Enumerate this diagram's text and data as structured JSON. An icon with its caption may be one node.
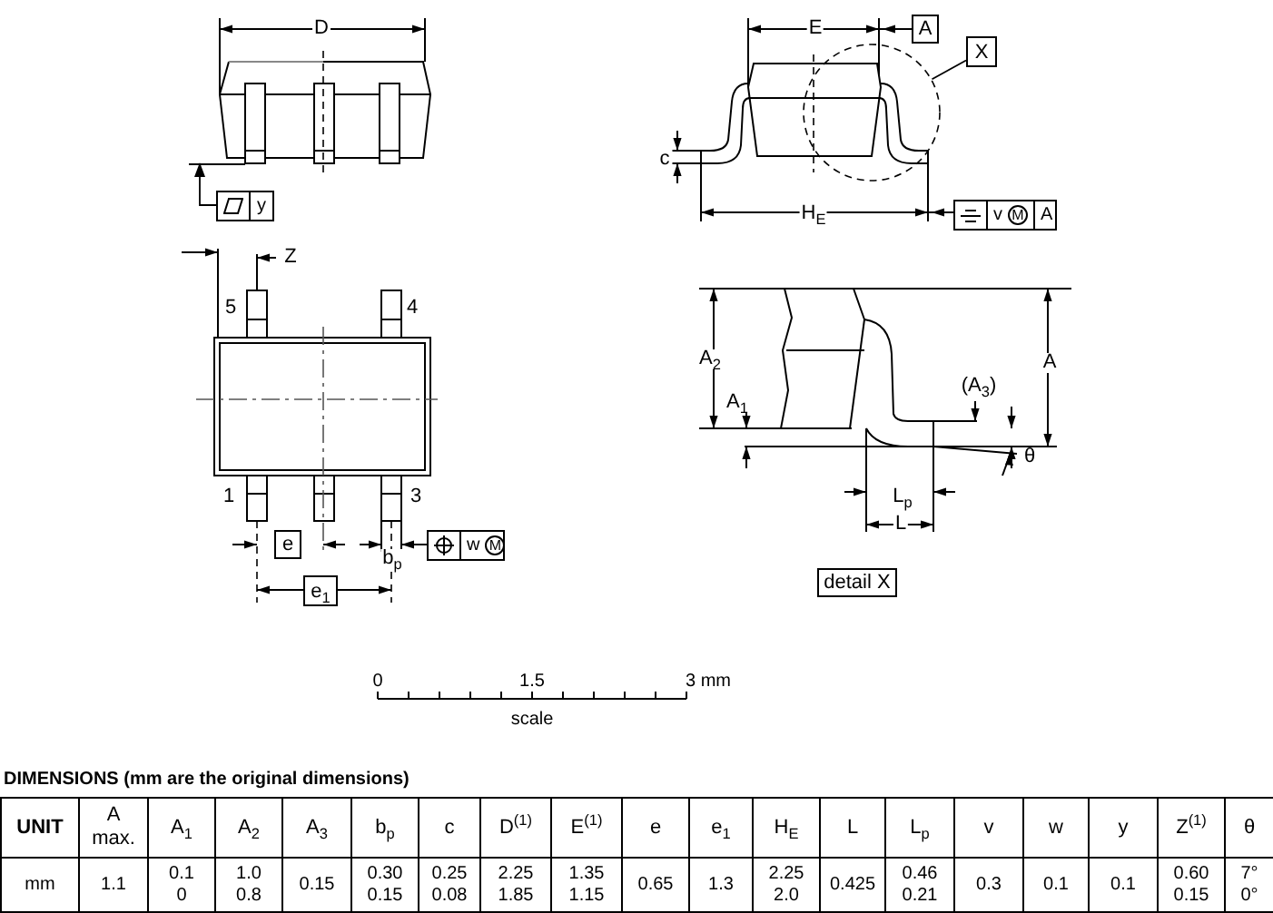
{
  "diagram": {
    "nodes": [
      {
        "text": [
          "y"
        ]
      },
      {
        "text": [
          "A"
        ]
      },
      {
        "text": [
          "X"
        ]
      },
      {
        "text": [],
        "shape": "circle"
      },
      {
        "text": [
          "v",
          "M",
          "A"
        ]
      },
      {
        "text": [
          "e"
        ]
      },
      {
        "text": [
          "w",
          "M"
        ]
      },
      {
        "text": [
          "e$_{1}$"
        ]
      },
      {
        "text": [
          "detail X"
        ]
      },
      {
        "text": [],
        "shape": "bar"
      }
    ],
    "edges": [
      {
        "from": 0,
        "to": 9,
        "arrow": "to"
      },
      {
        "from": 2,
        "to": 3,
        "arrow": "none"
      }
    ],
    "labels": [
      "D",
      "E",
      "c",
      "H$_{E}$",
      "Z",
      "5",
      "4",
      "A$_{2}$",
      "A",
      "A$_{1}$",
      "(A$_{3}$)",
      "θ",
      "1",
      "3",
      "L$_{p}$",
      "b$_{p}$",
      "L",
      "0",
      "1.5",
      "3 mm",
      "scale",
      "DIMENSIONS (mm are the original dimensions)",
      "UNIT",
      "A max.",
      "A$_{1}$",
      "A$_{2}$",
      "A$_{3}$",
      "b$_{p}$",
      "c",
      "D$^{(1)}$",
      "E$^{(1)}$",
      "e",
      "e$_{1}$",
      "H$_{E}$",
      "L",
      "L$_{p}$",
      "v",
      "w",
      "y",
      "Z$^{(1)}$",
      "θ",
      "mm",
      "1.1",
      "0.1 0",
      "1.0 0.8",
      "0.15",
      "0.30 0.15",
      "0.25 0.08",
      "2.25 1.85",
      "1.35 1.15",
      "0.65",
      "1.3",
      "2.25 2.0",
      "0.425",
      "0.46 0.21",
      "0.3",
      "0.1",
      "0.1",
      "0.60 0.15",
      "7° 0°"
    ]
  }
}
